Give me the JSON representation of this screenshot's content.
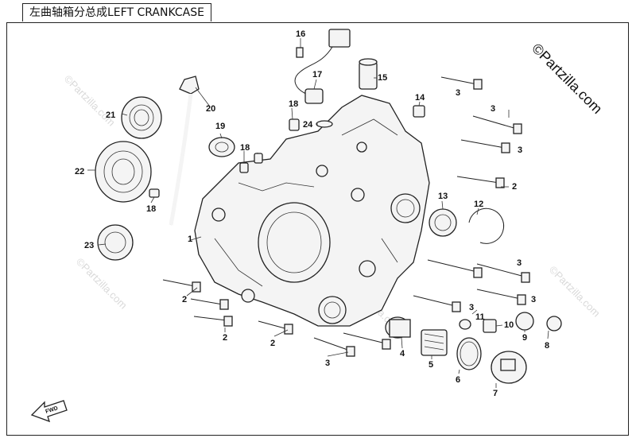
{
  "title": "左曲轴箱分总成LEFT CRANKCASE",
  "watermark": "©Partzilla.com",
  "fwd_label": "FWD",
  "callouts": {
    "c1": "1",
    "c2a": "2",
    "c2b": "2",
    "c2c": "2",
    "c2d": "2",
    "c3a": "3",
    "c3b": "3",
    "c3c": "3",
    "c3d": "3",
    "c3e": "3",
    "c3f": "3",
    "c3g": "3",
    "c4": "4",
    "c5": "5",
    "c6": "6",
    "c7": "7",
    "c8": "8",
    "c9": "9",
    "c10": "10",
    "c11": "11",
    "c12": "12",
    "c13": "13",
    "c14": "14",
    "c15": "15",
    "c16": "16",
    "c17": "17",
    "c18a": "18",
    "c18b": "18",
    "c18c": "18",
    "c19": "19",
    "c20": "20",
    "c21": "21",
    "c22": "22",
    "c23": "23",
    "c24": "24"
  },
  "colors": {
    "line": "#222222",
    "watermark": "#bbbbbb",
    "background": "#ffffff"
  }
}
